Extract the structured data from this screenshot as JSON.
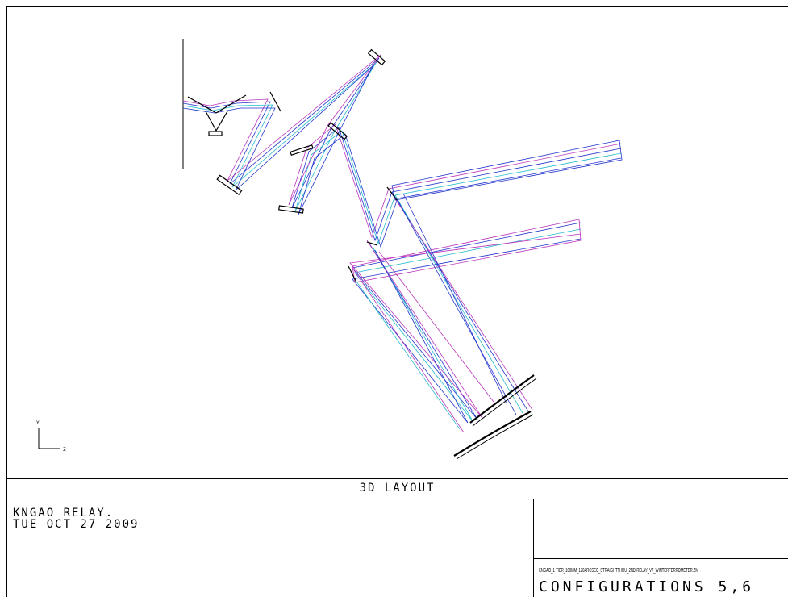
{
  "panel": {
    "title": "3D LAYOUT"
  },
  "info": {
    "line1": "KNGAO RELAY.",
    "line2": "TUE OCT 27 2009",
    "file_name": "KNGAO_1-TIER_100MM_120ARCSEC_STRAIGHTTHRU_2ND-RELAY_V7_WINTERFERROMETER.ZM",
    "configurations": "CONFIGURATIONS 5,6"
  },
  "axes": {
    "y_label": "Y",
    "z_label": "Z"
  },
  "colors": {
    "ray_blue": "#2233cc",
    "ray_cyan": "#22bbcc",
    "ray_magenta": "#bb33bb",
    "outline": "#000000"
  }
}
